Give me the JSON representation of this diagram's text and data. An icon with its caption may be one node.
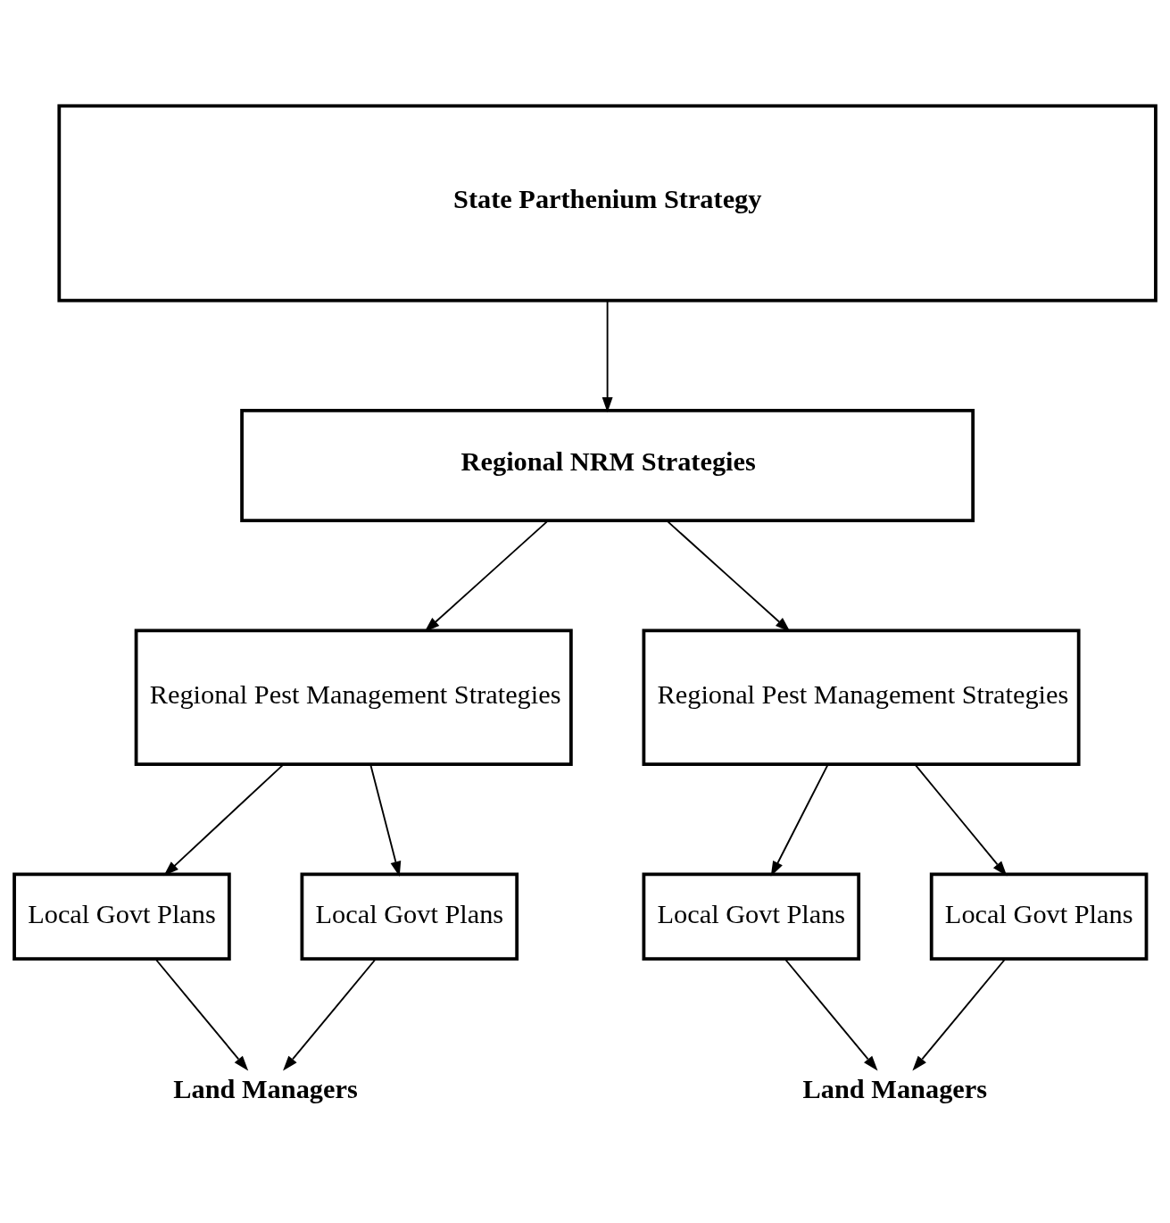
{
  "diagram": {
    "nodes": [
      {
        "text": [
          "State Parthenium Strategy"
        ]
      },
      {
        "text": [
          "Regional NRM Strategies"
        ]
      },
      {
        "text": [
          "Regional Pest Management Strategies"
        ]
      },
      {
        "text": [
          "Regional Pest Management Strategies"
        ]
      },
      {
        "text": [
          "Local Govt Plans"
        ]
      },
      {
        "text": [
          "Local Govt Plans"
        ]
      },
      {
        "text": [
          "Local Govt Plans"
        ]
      },
      {
        "text": [
          "Local Govt Plans"
        ]
      },
      {
        "text": [
          "Land Managers"
        ]
      },
      {
        "text": [
          "Land Managers"
        ]
      }
    ],
    "edges": [
      {
        "from": 0,
        "to": 1,
        "arrow": "to"
      },
      {
        "from": 1,
        "to": 2,
        "arrow": "to"
      },
      {
        "from": 1,
        "to": 3,
        "arrow": "to"
      },
      {
        "from": 2,
        "to": 4,
        "arrow": "to"
      },
      {
        "from": 2,
        "to": 5,
        "arrow": "to"
      },
      {
        "from": 3,
        "to": 6,
        "arrow": "to"
      },
      {
        "from": 3,
        "to": 7,
        "arrow": "to"
      },
      {
        "from": 4,
        "to": 8,
        "arrow": "to"
      },
      {
        "from": 5,
        "to": 8,
        "arrow": "to"
      },
      {
        "from": 6,
        "to": 9,
        "arrow": "to"
      },
      {
        "from": 7,
        "to": 9,
        "arrow": "to"
      }
    ]
  }
}
